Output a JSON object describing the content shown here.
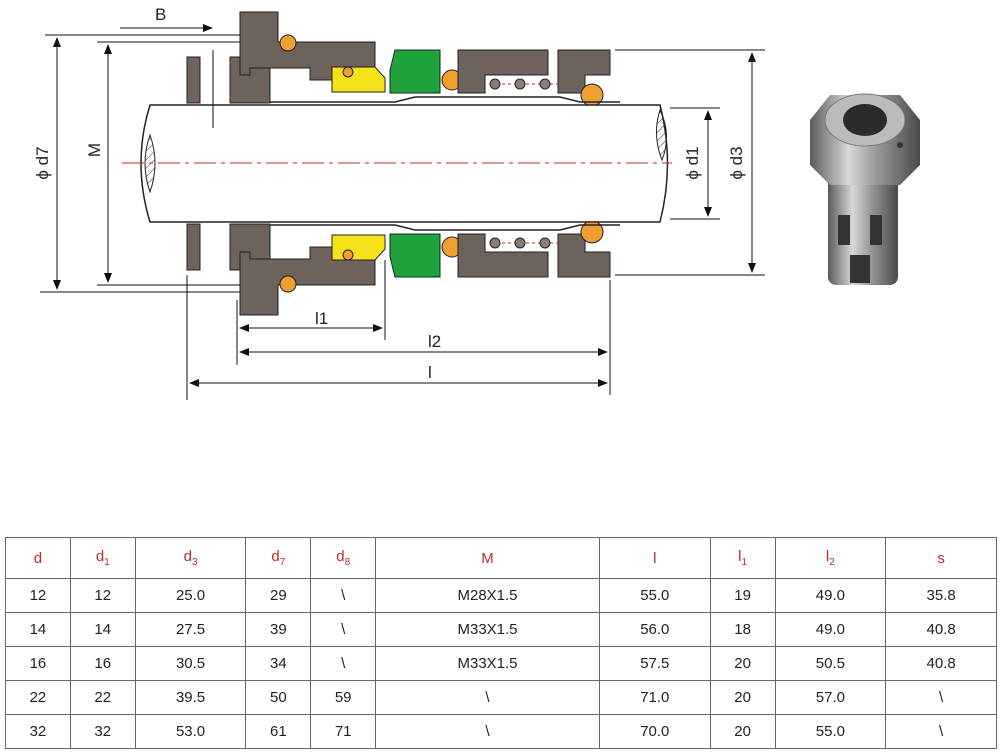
{
  "diagram": {
    "labels": {
      "B": "B",
      "d7": "ϕ d7",
      "M": "M",
      "d1": "ϕ d1",
      "d3": "ϕ d3",
      "l1": "l1",
      "l2": "l2",
      "l": "l"
    },
    "colors": {
      "body": "#6e625c",
      "oring": "#f0a030",
      "face": "#f5e21a",
      "seat": "#1ea23c",
      "centerline": "#c0272d"
    }
  },
  "table": {
    "headers": [
      {
        "base": "d",
        "sub": ""
      },
      {
        "base": "d",
        "sub": "1"
      },
      {
        "base": "d",
        "sub": "3"
      },
      {
        "base": "d",
        "sub": "7"
      },
      {
        "base": "d",
        "sub": "8"
      },
      {
        "base": "M",
        "sub": ""
      },
      {
        "base": "l",
        "sub": ""
      },
      {
        "base": "l",
        "sub": "1"
      },
      {
        "base": "l",
        "sub": "2"
      },
      {
        "base": "s",
        "sub": ""
      }
    ],
    "rows": [
      [
        "12",
        "12",
        "25.0",
        "29",
        "\\",
        "M28X1.5",
        "55.0",
        "19",
        "49.0",
        "35.8"
      ],
      [
        "14",
        "14",
        "27.5",
        "39",
        "\\",
        "M33X1.5",
        "56.0",
        "18",
        "49.0",
        "40.8"
      ],
      [
        "16",
        "16",
        "30.5",
        "34",
        "\\",
        "M33X1.5",
        "57.5",
        "20",
        "50.5",
        "40.8"
      ],
      [
        "22",
        "22",
        "39.5",
        "50",
        "59",
        "\\",
        "71.0",
        "20",
        "57.0",
        "\\"
      ],
      [
        "32",
        "32",
        "53.0",
        "61",
        "71",
        "\\",
        "70.0",
        "20",
        "55.0",
        "\\"
      ]
    ]
  }
}
